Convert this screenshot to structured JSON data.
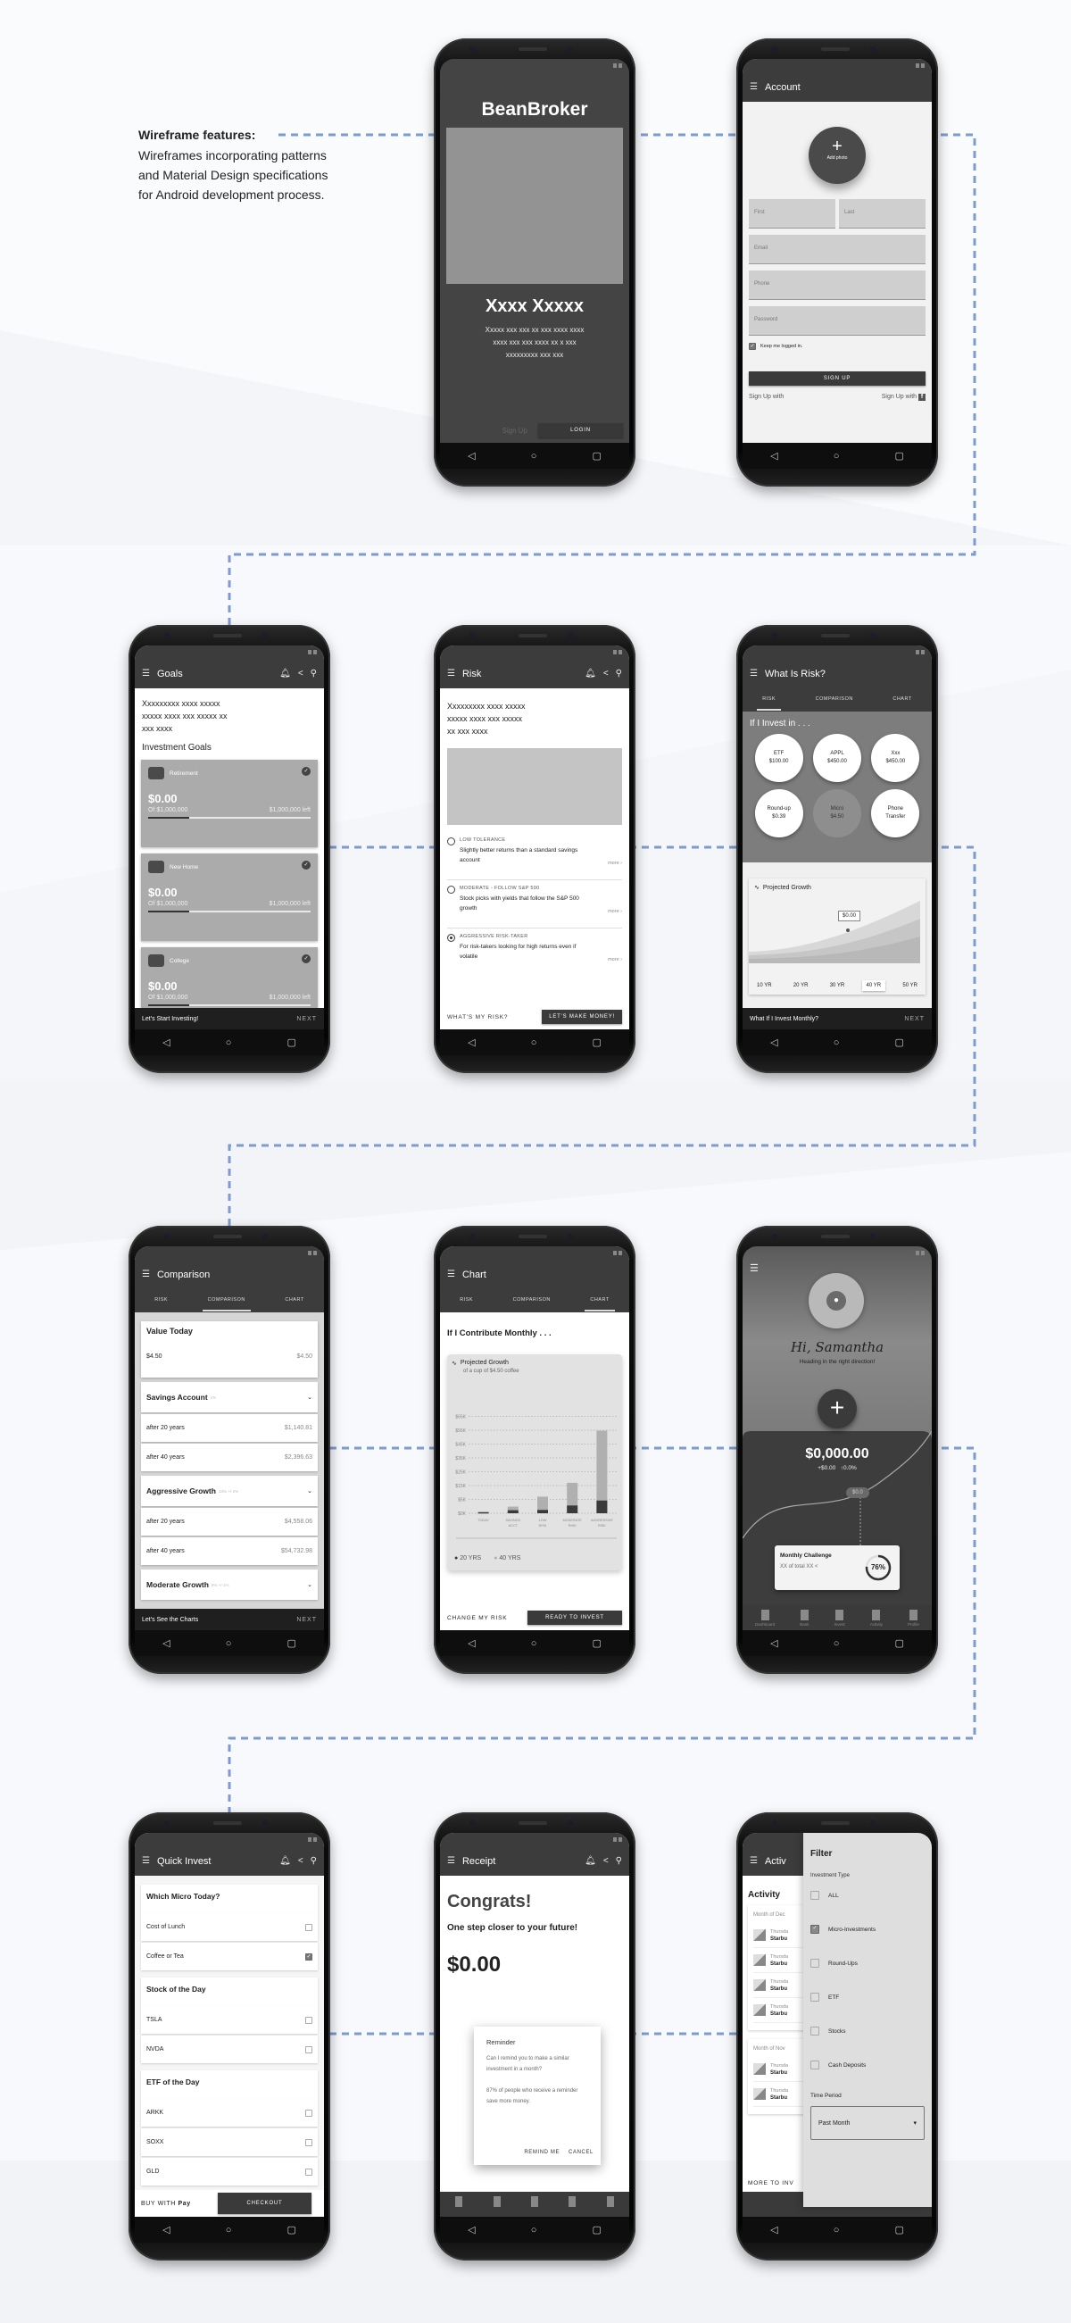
{
  "colors": {
    "connector": "#7b9bd1",
    "app_bar": "#3c3c3c",
    "screen_dark": "#444444",
    "placeholder": "#bdbdbd",
    "accent_next": "#8bc34a"
  },
  "intro": {
    "heading": "Wireframe features:",
    "lines": [
      "Wireframes incorporating patterns",
      "and Material Design specifications",
      "for Android development process."
    ]
  },
  "icons": {
    "menu": "menu-icon",
    "bell": "bell-icon",
    "share": "share-icon",
    "search": "search-icon",
    "back": "back-triangle-icon",
    "home": "home-circle-icon",
    "recents": "recents-square-icon"
  },
  "splash": {
    "brand": "BeanBroker",
    "headline": "Xxxx Xxxxx",
    "body": [
      "Xxxxx xxx xxx xx xxx xxxx xxxx",
      "xxxx xxx xxx xxxx xx x xxx",
      "xxxxxxxxx xxx xxx"
    ],
    "signup": "Sign Up",
    "login": "LOGIN"
  },
  "account": {
    "title": "Account",
    "add_photo": "Add photo",
    "first": "First",
    "last": "Last",
    "email": "Email",
    "phone": "Phone",
    "password": "Password",
    "keep_logged": "Keep me logged in.",
    "keep_logged_checked": true,
    "sign_up": "SIGN UP",
    "sign_up_with": "Sign Up with"
  },
  "goals": {
    "title": "Goals",
    "intro": [
      "Xxxxxxxxx xxxx xxxxx",
      "xxxxx xxxx xxx xxxxx xx",
      "xxx xxxx"
    ],
    "section": "Investment Goals",
    "items": [
      {
        "name": "Retirement",
        "amount": "$0.00",
        "of": "Of $1,000,000",
        "left": "$1,000,000 left",
        "progress": 0.25
      },
      {
        "name": "New Home",
        "amount": "$0.00",
        "of": "Of $1,000,000",
        "left": "$1,000,000 left",
        "progress": 0.25
      },
      {
        "name": "College",
        "amount": "$0.00",
        "of": "Of $1,000,000",
        "left": "$1,000,000 left",
        "progress": 0.25
      }
    ],
    "bottom": "Let's Start Investing!",
    "next": "NEXT"
  },
  "risk": {
    "title": "Risk",
    "intro": [
      "Xxxxxxxxx xxxx xxxxx",
      "xxxxx xxxx xxx xxxxx",
      "xx xxx xxxx"
    ],
    "options": [
      {
        "label": "LOW TOLERANCE",
        "desc": "Slightly better returns than a standard savings account",
        "more": "more",
        "selected": false
      },
      {
        "label": "MODERATE - FOLLOW S&P 500",
        "desc": "Stock picks with yields that  follow the S&P 500 growth",
        "more": "more",
        "selected": false
      },
      {
        "label": "AGGRESSIVE RISK-TAKER",
        "desc": "For risk-takers looking for  high returns even if volatile",
        "more": "more",
        "selected": true
      }
    ],
    "secondary": "WHAT'S MY RISK?",
    "primary": "LET'S MAKE MONEY!"
  },
  "tabs": [
    "RISK",
    "COMPARISON",
    "CHART"
  ],
  "whatis": {
    "title": "What Is Risk?",
    "heading": "If I Invest in . . .",
    "bubbles": [
      {
        "l1": "ETF",
        "l2": "$100.00"
      },
      {
        "l1": "APPL",
        "l2": "$450.00"
      },
      {
        "l1": "Xxx",
        "l2": "$450.00"
      },
      {
        "l1": "Round-up",
        "l2": "$0.39"
      },
      {
        "l1": "Micro",
        "l2": "$4.50",
        "active": true
      },
      {
        "l1": "Phone",
        "l2": "Transfer"
      }
    ],
    "card_title": "Projected Growth",
    "tooltip": "$0.00",
    "periods": [
      "10 YR",
      "20 YR",
      "30 YR",
      "40 YR",
      "50 YR"
    ],
    "selected_period": "40 YR",
    "bottom": "What If I Invest Monthly?",
    "next": "NEXT"
  },
  "comparison": {
    "title": "Comparison",
    "value_today": {
      "label": "Value Today",
      "left": "$4.50",
      "right": "$4.50"
    },
    "groups": [
      {
        "name": "Savings Account",
        "rate": "1%",
        "rows": [
          {
            "label": "after 20 years",
            "value": "$1,140.81"
          },
          {
            "label": "after 40 years",
            "value": "$2,396.63"
          }
        ]
      },
      {
        "name": "Aggressive Growth",
        "rate": "13% +/-2%",
        "rows": [
          {
            "label": "after 20 years",
            "value": "$4,558.06"
          },
          {
            "label": "after 40 years",
            "value": "$54,732.98"
          }
        ]
      },
      {
        "name": "Moderate Growth",
        "rate": "8% +/-1%",
        "rows": []
      }
    ],
    "bottom": "Let's See the Charts",
    "next": "NEXT"
  },
  "chart_screen": {
    "title": "Chart",
    "heading": "If I Contribute Monthly . . .",
    "card_title": "Projected Growth",
    "card_sub": "of a cup of $4.50 coffee",
    "secondary": "CHANGE MY RISK",
    "primary": "READY TO INVEST"
  },
  "chart_data": {
    "type": "bar",
    "stacked": "overlay",
    "ylabel": "",
    "xlabel": "",
    "yticks": [
      "$0K",
      "$5K",
      "$15K",
      "$25K",
      "$35K",
      "$45K",
      "$55K",
      "$65K"
    ],
    "ytick_values": [
      0,
      5,
      15,
      25,
      35,
      45,
      55,
      65
    ],
    "categories": [
      [
        "TODAY"
      ],
      [
        "SAVINGS",
        "ACCT"
      ],
      [
        "LOW",
        "RISK"
      ],
      [
        "MODERATE",
        "RISK"
      ],
      [
        "AGGRESSIVE",
        "RISK"
      ]
    ],
    "series": [
      {
        "name": "20 YRS",
        "color": "#3a3a3a",
        "values": [
          0.4,
          1.1,
          1.2,
          2.8,
          4.6
        ]
      },
      {
        "name": "40 YRS",
        "color": "#b0b0b0",
        "values": [
          0.4,
          2.4,
          7,
          17,
          54.7
        ]
      }
    ],
    "grid": true,
    "legend": "bottom-left"
  },
  "dashboard": {
    "greeting": "Hi, Samantha",
    "subtitle": "Heading in the right direction!",
    "balance": "$0,000.00",
    "change": "+$0.00",
    "percent": "0.0%",
    "marker": "$0.0",
    "challenge_title": "Monthly Challenge",
    "challenge_sub": "XX of total XX",
    "challenge_pct": "76%",
    "challenge_value": 0.76,
    "nav": [
      "Dashboard",
      "Bank",
      "Invest",
      "Activity",
      "Profile"
    ]
  },
  "quick": {
    "title": "Quick Invest",
    "sections": [
      {
        "heading": "Which Micro Today?",
        "items": [
          {
            "label": "Cost of Lunch",
            "checked": false
          },
          {
            "label": "Coffee or Tea",
            "checked": true
          }
        ]
      },
      {
        "heading": "Stock of the Day",
        "items": [
          {
            "label": "TSLA",
            "checked": false
          },
          {
            "label": "NVDA",
            "checked": false
          }
        ]
      },
      {
        "heading": "ETF of the Day",
        "items": [
          {
            "label": "ARKK",
            "checked": false
          },
          {
            "label": "SOXX",
            "checked": false
          },
          {
            "label": "GLD",
            "checked": false
          }
        ]
      }
    ],
    "buy_with": "BUY WITH",
    "pay": "Pay",
    "checkout": "CHECKOUT"
  },
  "receipt": {
    "title": "Receipt",
    "heading": "Congrats!",
    "sub": "One step closer to your future!",
    "amount": "$0.00",
    "dialog": {
      "title": "Reminder",
      "body1": "Can I remind you to make a similar investment in a month?",
      "body2": "87% of people who receive a reminder save more money.",
      "ok": "REMIND ME",
      "cancel": "CANCEL"
    }
  },
  "activity": {
    "title": "Activ",
    "heading": "Activity",
    "months": [
      "Month of Dec",
      "Month of Nov"
    ],
    "row_day": "Thursda",
    "row_name": "Starbu",
    "more": "MORE TO INV",
    "filter": {
      "title": "Filter",
      "type_label": "Investment Type",
      "options": [
        {
          "label": "ALL",
          "checked": false
        },
        {
          "label": "Micro-Investments",
          "checked": true
        },
        {
          "label": "Round-Ups",
          "checked": false
        },
        {
          "label": "ETF",
          "checked": false
        },
        {
          "label": "Stocks",
          "checked": false
        },
        {
          "label": "Cash Deposits",
          "checked": false
        }
      ],
      "period_label": "Time Period",
      "period_value": "Past Month"
    }
  }
}
